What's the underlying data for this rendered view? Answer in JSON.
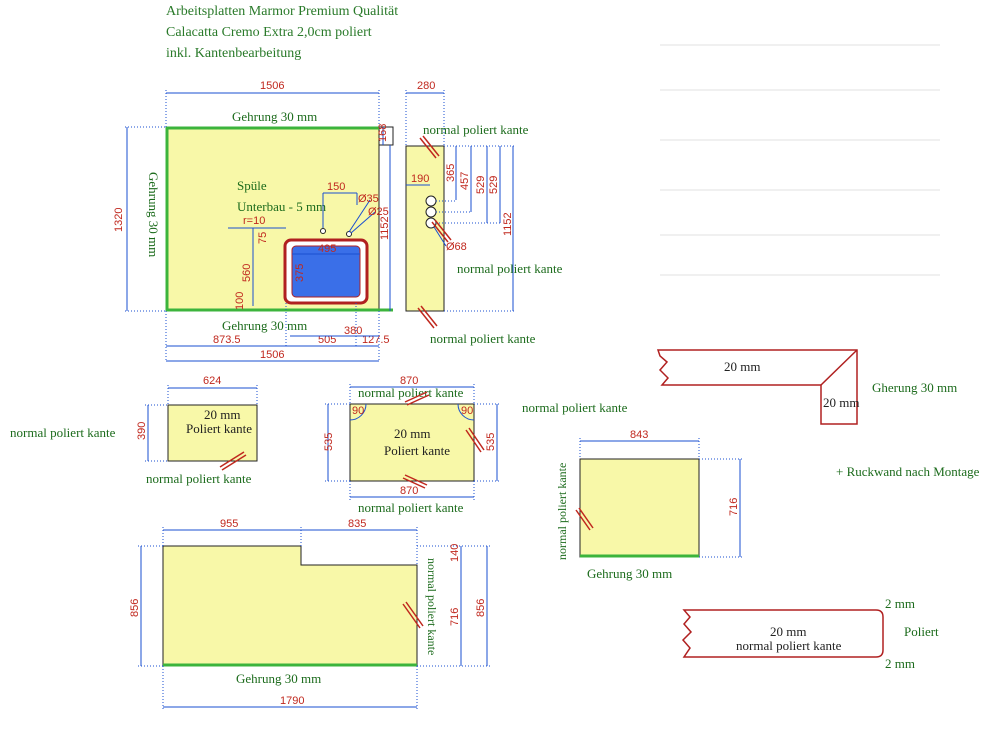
{
  "header": {
    "line1": "Arbeitsplatten Marmor Premium Qualität",
    "line2": "Calacatta Cremo Extra 2,0cm poliert",
    "line3": "inkl. Kantenbearbeitung"
  },
  "main_plate": {
    "width_top": "1506",
    "width_bottom": "1506",
    "height_left": "1320",
    "height_right": "1152",
    "top_edge": "Gehrung 30 mm",
    "left_edge": "Gehrung 30 mm",
    "bottom_edge": "Gehrung 30 mm",
    "notch": "168",
    "sink_title": "Spüle",
    "sink_subtitle": "Unterbau - 5 mm",
    "hole1": "Ø35",
    "hole2": "Ø25",
    "dim_150": "150",
    "radius": "r=10",
    "dim_75": "75",
    "dim_495": "495",
    "dim_375": "375",
    "dim_560": "560",
    "dim_100": "100",
    "dim_873": "873.5",
    "dim_505": "505",
    "dim_127": "127.5",
    "dim_380": "380"
  },
  "side_strip": {
    "width": "280",
    "dim_190": "190",
    "dim_365": "365",
    "dim_457": "457",
    "dim_529a": "529",
    "dim_529b": "529",
    "dim_1152": "1152",
    "dim_68": "Ø68",
    "edge_top": "normal poliert kante",
    "edge_mid": "normal poliert kante",
    "edge_bottom": "normal poliert kante"
  },
  "small_plate": {
    "width": "624",
    "height": "390",
    "text1": "20 mm",
    "text2": "Poliert kante",
    "edge_left": "normal poliert kante",
    "edge_bottom": "normal poliert kante"
  },
  "mid_plate": {
    "width_top": "870",
    "width_bottom": "870",
    "height_left": "535",
    "height_right": "535",
    "corner_left": "90",
    "corner_right": "90",
    "text1": "20 mm",
    "text2": "Poliert kante",
    "edge_top": "normal poliert kante",
    "edge_bottom": "normal poliert kante",
    "edge_right": "normal poliert kante"
  },
  "square_plate": {
    "width": "843",
    "height": "716",
    "edge_left": "normal poliert kante",
    "edge_bottom": "Gehrung 30 mm"
  },
  "big_plate": {
    "width_total": "1790",
    "width_left": "955",
    "width_right": "835",
    "height_left": "856",
    "height_right": "856",
    "height_716": "716",
    "notch": "140",
    "edge_bottom": "Gehrung 30 mm",
    "edge_right": "normal poliert kante"
  },
  "profile_miter": {
    "top": "20 mm",
    "side": "20 mm",
    "label": "Gherung 30 mm"
  },
  "note": "+ Ruckwand nach Montage",
  "profile_edge": {
    "line1": "20 mm",
    "line2": "normal poliert kante",
    "top": "2 mm",
    "bottom": "2 mm",
    "label": "Poliert"
  },
  "colors": {
    "plate_fill": "#f8f8a8",
    "sink_fill": "#3a6fe8",
    "dimension_line": "#1a4fd0",
    "dimension_text": "#c0281e",
    "label_text": "#1c6b1c",
    "miter_edge": "#3cb43c"
  }
}
